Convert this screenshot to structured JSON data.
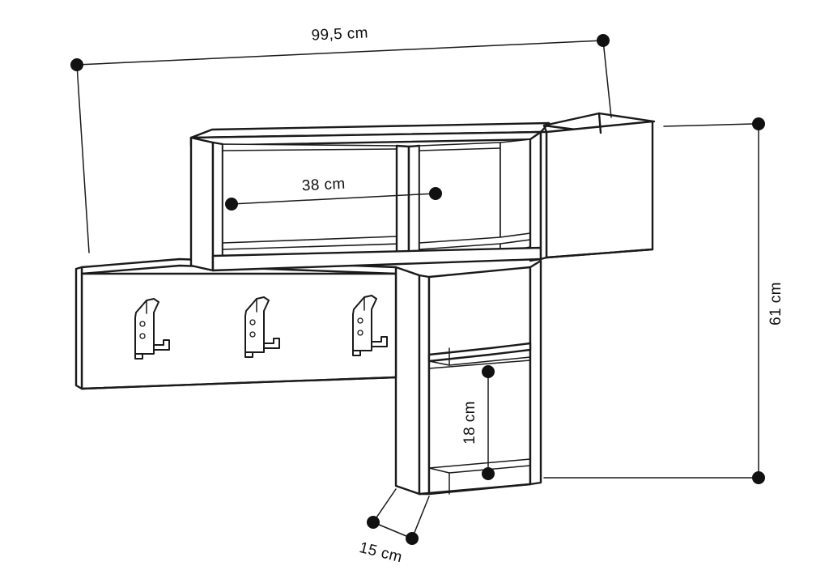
{
  "drawing": {
    "title": "Wall mounted coat rack with shelf unit - dimension drawing",
    "unit": "cm",
    "line_color": "#1a1a1a",
    "dot_color": "#111111",
    "background": "#ffffff"
  },
  "dimensions": {
    "width": {
      "label": "99,5 cm",
      "value": "99,5",
      "unit": "cm",
      "orientation": "horizontal",
      "position": "top",
      "name": "overall-width"
    },
    "inner_width": {
      "label": "38 cm",
      "value": "38",
      "unit": "cm",
      "orientation": "horizontal",
      "position": "upper-shelf-interior",
      "name": "shelf-compartment-width"
    },
    "height": {
      "label": "61 cm",
      "value": "61",
      "unit": "cm",
      "orientation": "vertical",
      "position": "right",
      "name": "overall-height"
    },
    "lower_compartment": {
      "label": "18 cm",
      "value": "18",
      "unit": "cm",
      "orientation": "vertical",
      "position": "lower-column-interior",
      "name": "lower-compartment-height"
    },
    "depth": {
      "label": "15 cm",
      "value": "15",
      "unit": "cm",
      "orientation": "diagonal",
      "position": "bottom",
      "name": "depth"
    }
  },
  "furniture": {
    "parts": [
      {
        "name": "upper-shelf-unit",
        "label": "Upper shelf unit"
      },
      {
        "name": "shelf-divider",
        "label": "Shelf vertical divider"
      },
      {
        "name": "cabinet-door",
        "label": "Hinged cabinet door"
      },
      {
        "name": "hook-panel",
        "label": "Coat hook back panel"
      },
      {
        "name": "lower-column",
        "label": "Lower vertical column"
      },
      {
        "name": "lower-shelf",
        "label": "Lower column shelf"
      }
    ],
    "hooks": [
      {
        "name": "coat-hook-1",
        "label": "Coat hook 1"
      },
      {
        "name": "coat-hook-2",
        "label": "Coat hook 2"
      },
      {
        "name": "coat-hook-3",
        "label": "Coat hook 3"
      }
    ]
  }
}
